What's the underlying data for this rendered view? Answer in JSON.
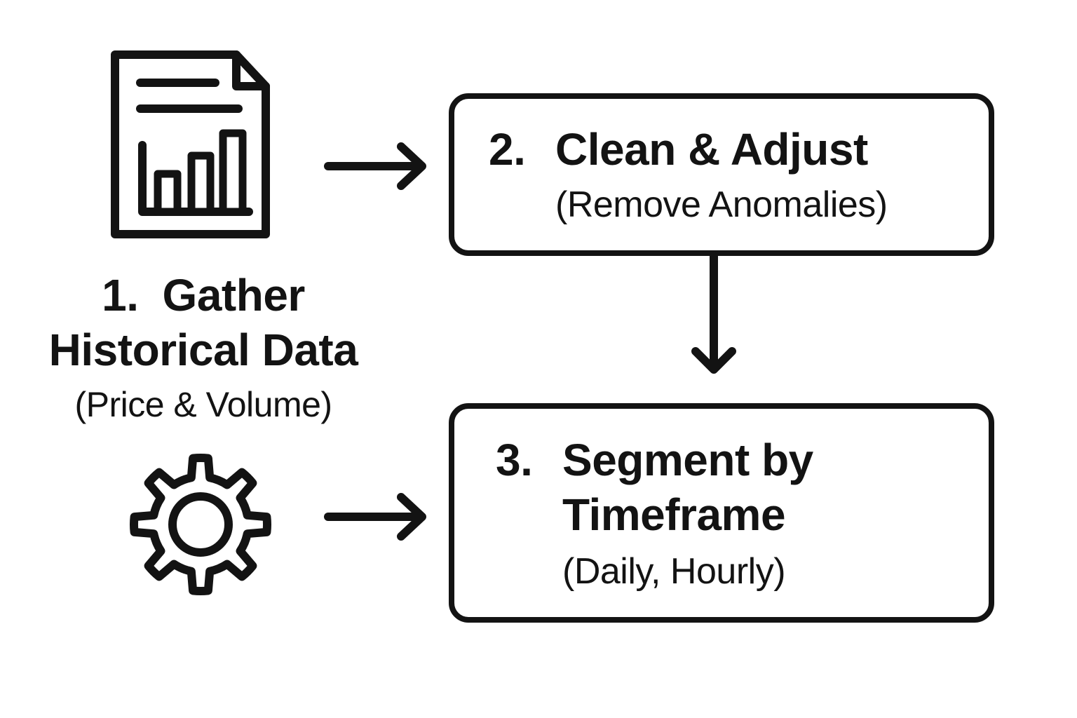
{
  "diagram": {
    "background": "#ffffff",
    "ink_color": "#131313",
    "step1": {
      "icon": "document-bar-chart-icon",
      "number": "1.",
      "title_line1": "Gather",
      "title_line2": "Historical Data",
      "subtitle": "(Price & Volume)"
    },
    "step2": {
      "number": "2.",
      "title": "Clean & Adjust",
      "subtitle": "(Remove Anomalies)"
    },
    "step3": {
      "icon": "gear-icon",
      "number": "3.",
      "title_line1": "Segment by",
      "title_line2": "Timeframe",
      "subtitle": "(Daily, Hourly)"
    },
    "connections": [
      {
        "from": "step1-document-icon",
        "to": "step2-box",
        "type": "arrow-right"
      },
      {
        "from": "step2-box",
        "to": "step3-box",
        "type": "arrow-down"
      },
      {
        "from": "gear-icon",
        "to": "step3-box",
        "type": "arrow-right"
      }
    ]
  }
}
